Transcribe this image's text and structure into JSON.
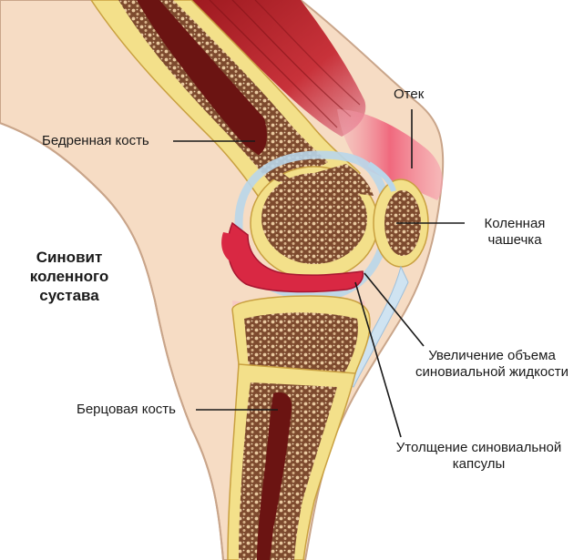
{
  "title_lines": [
    "Синовит",
    "коленного",
    "сустава"
  ],
  "labels": {
    "femur": "Бедренная кость",
    "edema": "Отек",
    "patella_line1": "Коленная",
    "patella_line2": "чашечка",
    "fluid_line1": "Увеличение объема",
    "fluid_line2": "синовиальной жидкости",
    "tibia": "Берцовая кость",
    "capsule_line1": "Утолщение синовиальной",
    "capsule_line2": "капсулы"
  },
  "colors": {
    "skin": "#f6dcc4",
    "skin_outline": "#c9a58a",
    "bone_cortex": "#f3e08a",
    "bone_spongy": "#8b5a3c",
    "marrow": "#6b1412",
    "muscle": "#b4242a",
    "synovium": "#d92843",
    "edema": "#f06a80",
    "fluid": "#b9d6ea",
    "cartilage": "#f7c9c4"
  }
}
